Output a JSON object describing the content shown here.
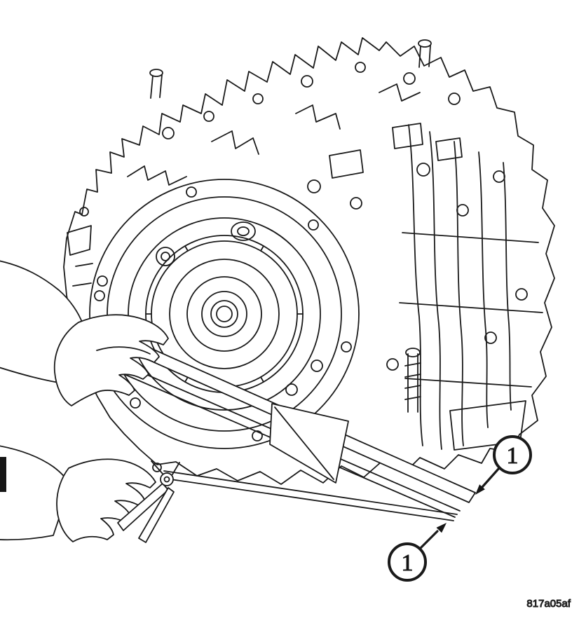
{
  "figure": {
    "code": "817a05af",
    "callouts": [
      {
        "label": "1"
      },
      {
        "label": "1"
      }
    ]
  },
  "colors": {
    "line": "#1a1a1a",
    "background": "#ffffff"
  }
}
